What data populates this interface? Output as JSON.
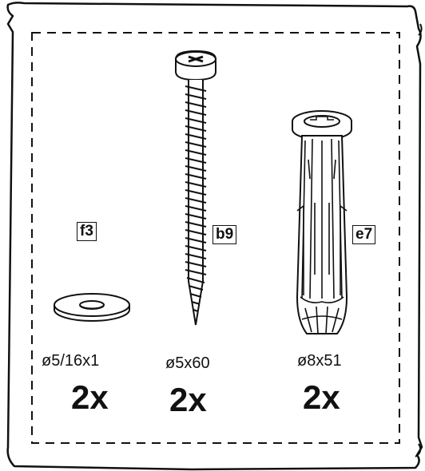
{
  "parts": [
    {
      "id": "f3",
      "label": "f3",
      "size": "ø5/16x1",
      "quantity": "2x",
      "icon": "washer-icon"
    },
    {
      "id": "b9",
      "label": "b9",
      "size": "ø5x60",
      "quantity": "2x",
      "icon": "screw-icon"
    },
    {
      "id": "e7",
      "label": "e7",
      "size": "ø8x51",
      "quantity": "2x",
      "icon": "wall-anchor-icon"
    }
  ]
}
